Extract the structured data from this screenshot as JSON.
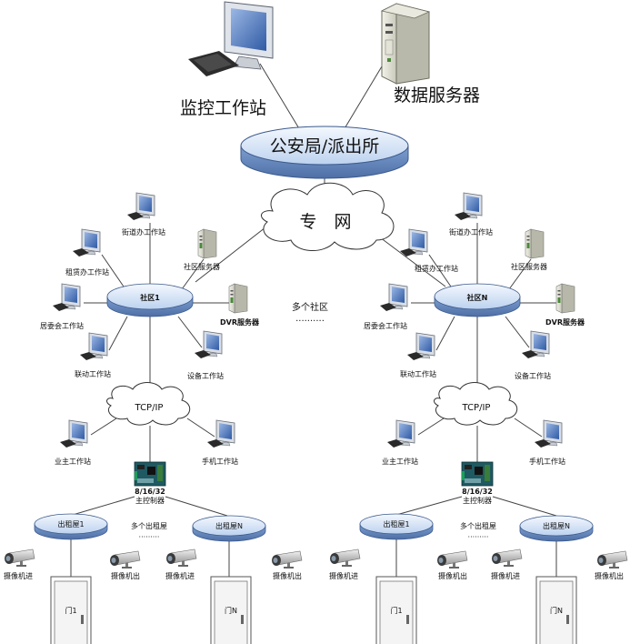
{
  "top": {
    "monitor_station": "监控工作站",
    "data_server": "数据服务器",
    "police_bureau": "公安局/派出所",
    "private_network": "专　网"
  },
  "middle": {
    "multi_community": "多个社区",
    "dots": "··········"
  },
  "left_community": {
    "hub": "社区1",
    "street_office": "街道办工作站",
    "rental_office": "租赁办工作站",
    "community_server": "社区服务器",
    "residents_committee": "居委会工作站",
    "dvr_server": "DVR服务器",
    "linkage_station": "联动工作站",
    "device_station": "设备工作站",
    "tcpip": "TCP/IP",
    "owner_station": "业主工作站",
    "mobile_station": "手机工作站",
    "controller_model": "8/16/32",
    "controller_name": "主控制器",
    "rental_1": "出租屋1",
    "rental_n": "出租屋N",
    "multi_rental": "多个出租屋",
    "dots": "·········",
    "cam_in_a": "摄像机进",
    "cam_out_a": "摄像机出",
    "cam_in_b": "摄像机进",
    "cam_out_b": "摄像机出",
    "door_1": "门1",
    "door_n": "门N"
  },
  "right_community": {
    "hub": "社区N",
    "street_office": "街道办工作站",
    "rental_office": "租赁办工作站",
    "community_server": "社区服务器",
    "residents_committee": "居委会工作站",
    "dvr_server": "DVR服务器",
    "linkage_station": "联动工作站",
    "device_station": "设备工作站",
    "tcpip": "TCP/IP",
    "owner_station": "业主工作站",
    "mobile_station": "手机工作站",
    "controller_model": "8/16/32",
    "controller_name": "主控制器",
    "rental_1": "出租屋1",
    "rental_n": "出租屋N",
    "multi_rental": "多个出租屋",
    "dots": "·········",
    "cam_in_a": "摄像机进",
    "cam_out_a": "摄像机出",
    "cam_in_b": "摄像机进",
    "cam_out_b": "摄像机出",
    "door_1": "门1",
    "door_n": "门N"
  }
}
